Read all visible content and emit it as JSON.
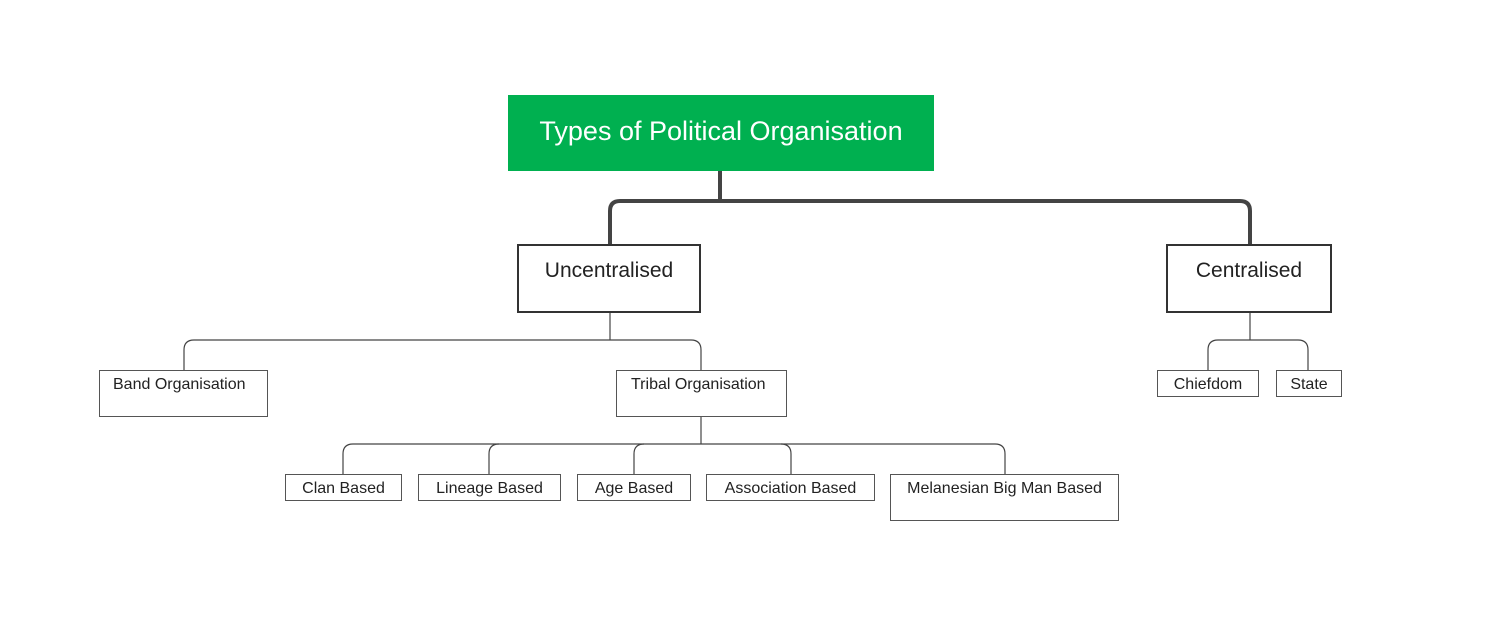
{
  "diagram": {
    "root": {
      "label": "Types of Political Organisation"
    },
    "level1": {
      "uncentralised": "Uncentralised",
      "centralised": "Centralised"
    },
    "uncentralised_children": {
      "band": "Band Organisation",
      "tribal": "Tribal Organisation"
    },
    "tribal_children": {
      "clan": "Clan Based",
      "lineage": "Lineage Based",
      "age": "Age Based",
      "association": "Association Based",
      "melanesian": "Melanesian Big Man Based"
    },
    "centralised_children": {
      "chiefdom": "Chiefdom",
      "state": "State"
    }
  },
  "colors": {
    "root_fill": "#00b050",
    "root_text": "#ffffff",
    "connector": "#444444",
    "box_border": "#555555"
  }
}
